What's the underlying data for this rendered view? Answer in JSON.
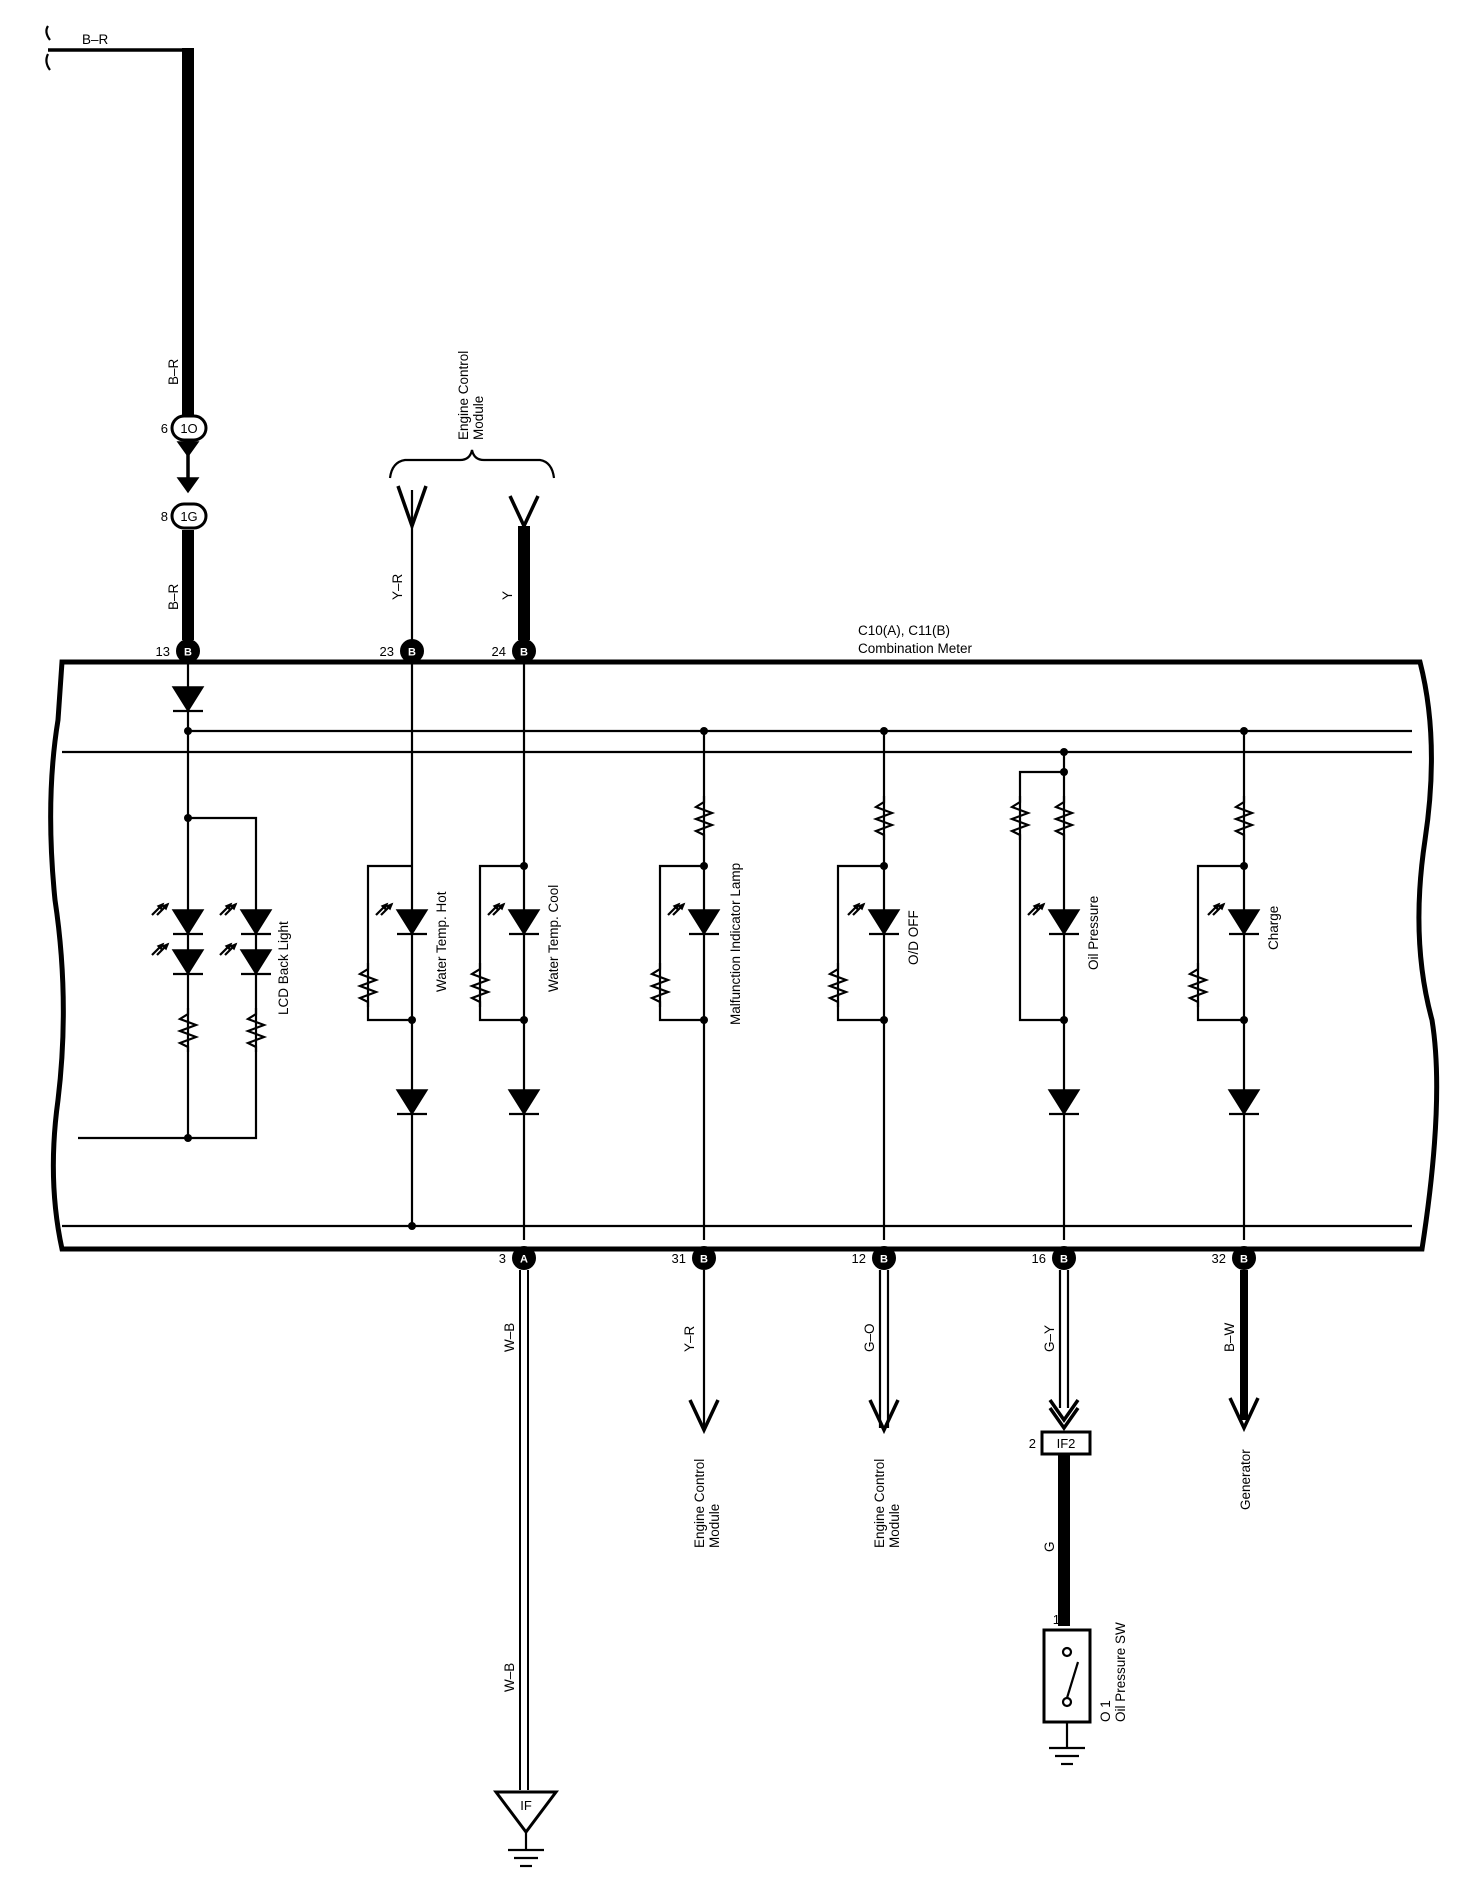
{
  "meter": {
    "connector": "C10(A), C11(B)",
    "name": "Combination Meter"
  },
  "top": {
    "ecm_line1": "Engine Control",
    "ecm_line2": "Module"
  },
  "wires": {
    "br_top": "B–R",
    "br_mid": "B–R",
    "br_low": "B–R",
    "yr_top": "Y–R",
    "y_top": "Y",
    "wb_1": "W–B",
    "wb_2": "W–B",
    "yr_bot": "Y–R",
    "go": "G–O",
    "gy": "G–Y",
    "g": "G",
    "bw": "B–W"
  },
  "junctions": {
    "j1o_pin": "6",
    "j1o": "1O",
    "j1g_pin": "8",
    "j1g": "1G",
    "if2_pin": "2",
    "if2": "IF2",
    "sw_pin": "1",
    "ground": "IF"
  },
  "pins_top": [
    {
      "num": "13",
      "conn": "B"
    },
    {
      "num": "23",
      "conn": "B"
    },
    {
      "num": "24",
      "conn": "B"
    }
  ],
  "pins_bottom": [
    {
      "num": "3",
      "conn": "A"
    },
    {
      "num": "31",
      "conn": "B"
    },
    {
      "num": "12",
      "conn": "B"
    },
    {
      "num": "16",
      "conn": "B"
    },
    {
      "num": "32",
      "conn": "B"
    }
  ],
  "circuits": {
    "lcd": "LCD Back Light",
    "water_hot": "Water Temp.  Hot",
    "water_cool": "Water Temp.  Cool",
    "mil": "Malfunction Indicator Lamp",
    "od": "O/D OFF",
    "oil": "Oil Pressure",
    "charge": "Charge"
  },
  "destinations": {
    "ecm1_line1": "Engine Control",
    "ecm1_line2": "Module",
    "ecm2_line1": "Engine Control",
    "ecm2_line2": "Module",
    "generator": "Generator"
  },
  "oil_sw": {
    "code": "O 1",
    "name": "Oil Pressure SW"
  }
}
